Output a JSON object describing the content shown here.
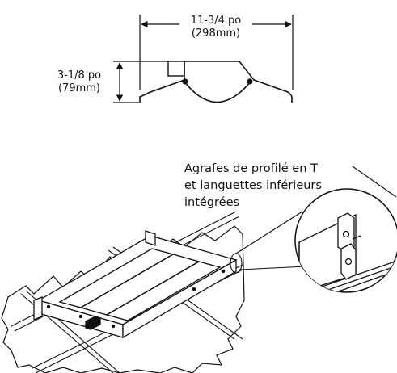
{
  "dimensions": {
    "width_imperial": "11-3/4 po",
    "width_metric": "(298mm)",
    "height_imperial": "3-1/8 po",
    "height_metric": "(79mm)"
  },
  "callout": {
    "line1": "Agrafes de profilé en T",
    "line2": "et languettes inférieurs",
    "line3": "intégrées"
  },
  "colors": {
    "ink": "#111111",
    "background": "#ffffff"
  }
}
